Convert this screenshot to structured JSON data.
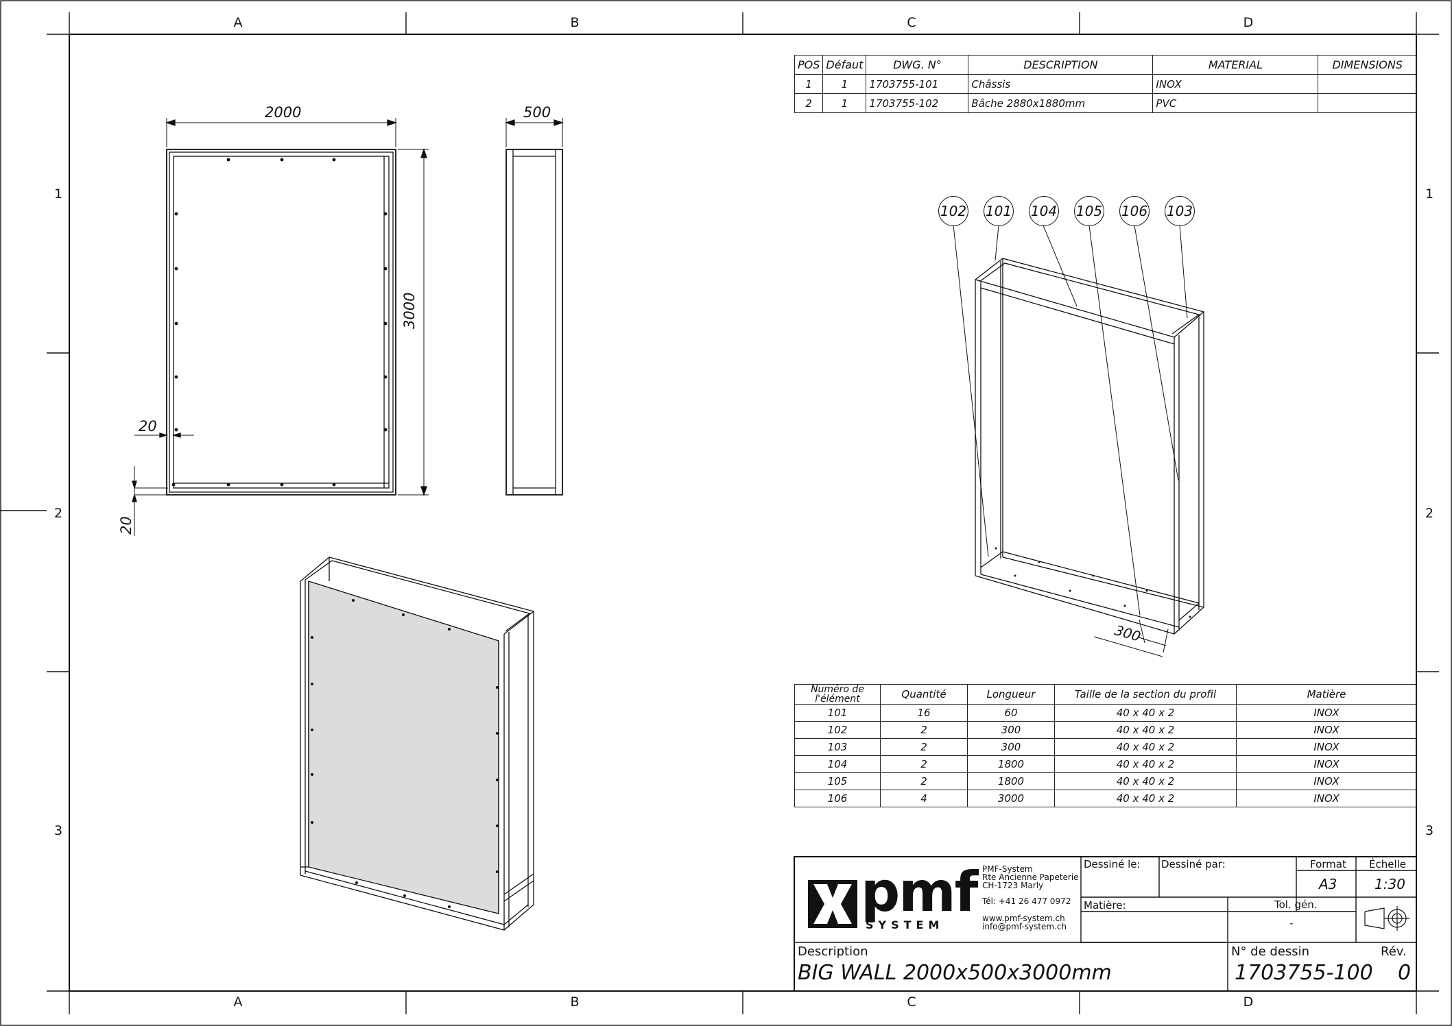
{
  "zones": {
    "columns": [
      "A",
      "B",
      "C",
      "D"
    ],
    "rows": [
      "1",
      "2",
      "3"
    ]
  },
  "bom": {
    "headers": [
      "POS",
      "Défaut",
      "DWG. N°",
      "DESCRIPTION",
      "MATERIAL",
      "DIMENSIONS"
    ],
    "rows": [
      [
        "1",
        "1",
        "1703755-101",
        "Châssis",
        "INOX",
        ""
      ],
      [
        "2",
        "1",
        "1703755-102",
        "Bâche 2880x1880mm",
        "PVC",
        ""
      ]
    ]
  },
  "dims": {
    "width": "2000",
    "depth": "500",
    "height": "3000",
    "offset_x": "20",
    "offset_y": "20",
    "iso_300": "300"
  },
  "balloons": [
    "102",
    "101",
    "104",
    "105",
    "106",
    "103"
  ],
  "cutlist": {
    "headers": [
      "Numéro de l'élément",
      "Quantité",
      "Longueur",
      "Taille  de la section du profil",
      "Matière"
    ],
    "rows": [
      [
        "101",
        "16",
        "60",
        "40 x 40 x 2",
        "INOX"
      ],
      [
        "102",
        "2",
        "300",
        "40 x 40 x 2",
        "INOX"
      ],
      [
        "103",
        "2",
        "300",
        "40 x 40 x 2",
        "INOX"
      ],
      [
        "104",
        "2",
        "1800",
        "40 x 40 x 2",
        "INOX"
      ],
      [
        "105",
        "2",
        "1800",
        "40 x 40 x 2",
        "INOX"
      ],
      [
        "106",
        "4",
        "3000",
        "40 x 40 x 2",
        "INOX"
      ]
    ]
  },
  "titleblock": {
    "logo_text": "pmf",
    "logo_sub": "SYSTEM",
    "company_line1": "PMF-System",
    "company_line2": "Rte Ancienne Papeterie",
    "company_line3": "CH-1723 Marly",
    "phone": "Tél: +41 26 477 0972",
    "web": "www.pmf-system.ch",
    "email": "info@pmf-system.ch",
    "drawn_on_label": "Dessiné le:",
    "drawn_by_label": "Dessiné par:",
    "format_label": "Format",
    "format_value": "A3",
    "scale_label": "Échelle",
    "scale_value": "1:30",
    "material_label": "Matière:",
    "tolerance_label": "Tol. gén.",
    "tolerance_value": "-",
    "description_label": "Description",
    "description_value": "BIG WALL 2000x500x3000mm",
    "drawing_no_label": "N° de dessin",
    "drawing_no_value": "1703755-100",
    "rev_label": "Rév.",
    "rev_value": "0"
  },
  "colors": {
    "line": "#111111",
    "panel_fill": "#dcdcdc"
  }
}
